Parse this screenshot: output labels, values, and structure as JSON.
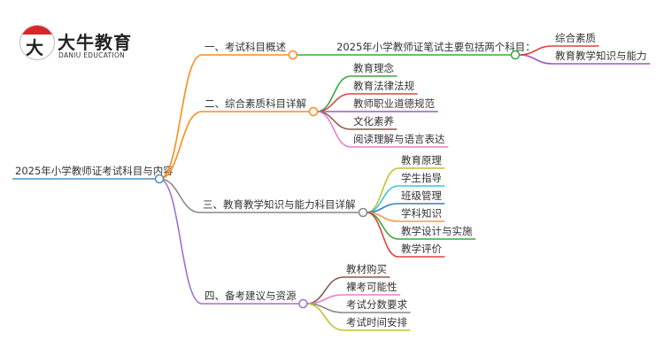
{
  "logo": {
    "glyph": "大牛",
    "name": "大牛教育",
    "subtitle": "DANIU EDUCATION"
  },
  "root": {
    "label": "2025年小学教师证考试科目与内容",
    "color": "#4a8fc4"
  },
  "branches": [
    {
      "label": "一、考试科目概述",
      "color": "#ff8c1a",
      "sub": {
        "label": "2025年小学教师证笔试主要包括两个科目：",
        "color": "#3aaa3a",
        "children": [
          {
            "label": "综合素质",
            "color": "#e04040"
          },
          {
            "label": "教育教学知识与能力",
            "color": "#9b59c6"
          }
        ]
      }
    },
    {
      "label": "二、综合素质科目详解",
      "color": "#ff8c1a",
      "children": [
        {
          "label": "教育理念",
          "color": "#3aaa3a"
        },
        {
          "label": "教育法律法规",
          "color": "#e04040"
        },
        {
          "label": "教师职业道德规范",
          "color": "#9b59c6"
        },
        {
          "label": "文化素养",
          "color": "#8b5a4a"
        },
        {
          "label": "阅读理解与语言表达",
          "color": "#e67fd0"
        }
      ]
    },
    {
      "label": "三、教育教学知识与能力科目详解",
      "color": "#888888",
      "children": [
        {
          "label": "教育原理",
          "color": "#c4c030"
        },
        {
          "label": "学生指导",
          "color": "#30c8e0"
        },
        {
          "label": "班级管理",
          "color": "#3a7fc0"
        },
        {
          "label": "学科知识",
          "color": "#ff9a40"
        },
        {
          "label": "教学设计与实施",
          "color": "#3aaa3a"
        },
        {
          "label": "教学评价",
          "color": "#e04040"
        }
      ]
    },
    {
      "label": "四、备考建议与资源",
      "color": "#a070d0",
      "children": [
        {
          "label": "教材购买",
          "color": "#8b5a4a"
        },
        {
          "label": "裸考可能性",
          "color": "#e67fd0"
        },
        {
          "label": "考试分数要求",
          "color": "#888888"
        },
        {
          "label": "考试时间安排",
          "color": "#c4c030"
        }
      ]
    }
  ]
}
